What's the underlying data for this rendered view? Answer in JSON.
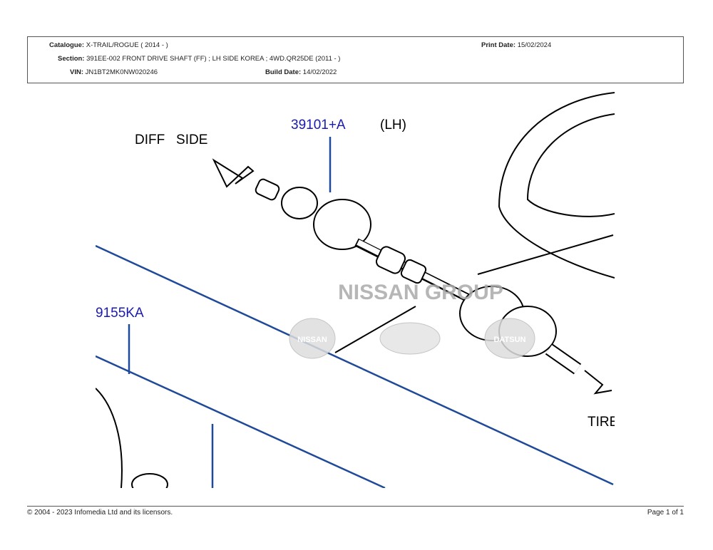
{
  "header": {
    "catalogue_label": "Catalogue:",
    "catalogue": "X-TRAIL/ROGUE ( 2014 -  )",
    "print_date_label": "Print Date:",
    "print_date": "15/02/2024",
    "section_label": "Section:",
    "section": "391EE-002 FRONT DRIVE SHAFT (FF) ; LH SIDE KOREA ; 4WD.QR25DE (2011 - )",
    "vin_label": "VIN:",
    "vin": "JN1BT2MK0NW020246",
    "build_date_label": "Build Date:",
    "build_date": "14/02/2022"
  },
  "diagram": {
    "part_number": "39101+A",
    "side": "(LH)",
    "diff_side": "DIFF   SIDE",
    "part_number_2": "9155KA",
    "tire_side": "TIRE",
    "watermark": "NISSAN GROUP",
    "logo_nissan": "NISSAN",
    "logo_datsun": "DATSUN",
    "label_color": "#1a1ab0",
    "line_color": "#1f4a9a"
  },
  "footer": {
    "copyright": "© 2004 - 2023 Infomedia Ltd and its licensors.",
    "page": "Page 1 of 1"
  }
}
